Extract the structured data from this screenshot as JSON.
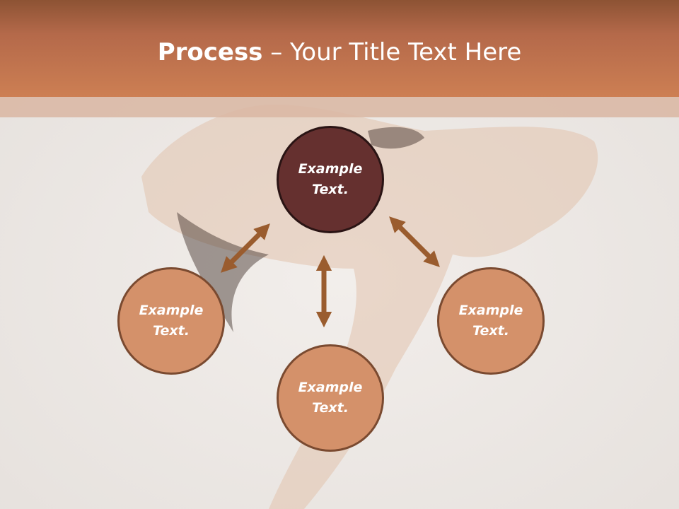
{
  "title": {
    "bold": "Process",
    "rest": " – Your Title Text Here"
  },
  "nodes": {
    "top": "Example\nText.",
    "left": "Example\nText.",
    "right": "Example\nText.",
    "bottom": "Example\nText."
  },
  "colors": {
    "header_dark": "#8d5334",
    "header_light": "#cd7f53",
    "node_fill": "#d4916a",
    "node_dark_fill": "#65302f",
    "arrow": "#9a5c2e"
  },
  "icons": [
    "double-arrow-icon"
  ]
}
